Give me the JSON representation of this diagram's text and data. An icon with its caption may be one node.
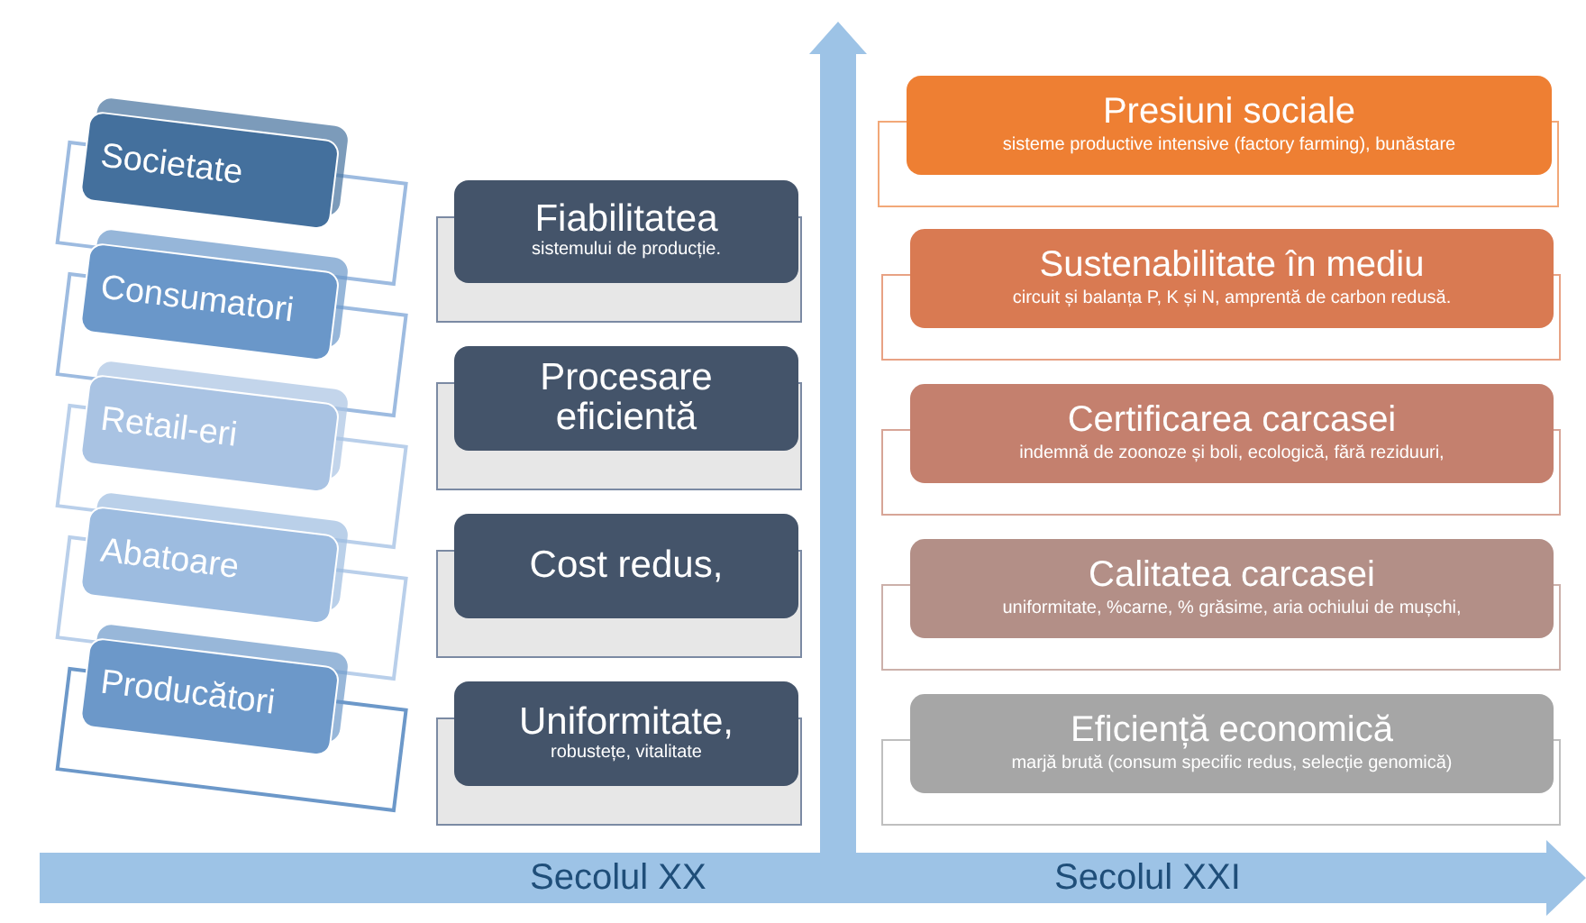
{
  "diagram": {
    "nodes": [
      {
        "text": [
          "Societate"
        ]
      },
      {
        "text": [
          "Consumatori"
        ]
      },
      {
        "text": [
          "Retail-eri"
        ]
      },
      {
        "text": [
          "Abatoare"
        ]
      },
      {
        "text": [
          "Producători"
        ]
      },
      {
        "text": [
          "Fiabilitatea",
          "sistemului de producție."
        ]
      },
      {
        "text": [
          "Procesare eficientă"
        ]
      },
      {
        "text": [
          "Cost redus,"
        ]
      },
      {
        "text": [
          "Uniformitate,",
          "robustețe, vitalitate"
        ]
      },
      {
        "text": [
          "Presiuni sociale",
          "sisteme  productive intensive (factory farming), bunăstare"
        ]
      },
      {
        "text": [
          "Sustenabilitate în mediu",
          "circuit și balanța P, K și N, amprentă de carbon redusă."
        ]
      },
      {
        "text": [
          "Certificarea carcasei",
          "indemnă de zoonoze și boli, ecologică, fără reziduuri,"
        ]
      },
      {
        "text": [
          "Calitatea carcasei",
          "uniformitate, %carne, % grăsime, aria ochiului de mușchi,"
        ]
      },
      {
        "text": [
          "Eficiență economică",
          "marjă brută (consum specific redus, selecție genomică)"
        ]
      }
    ],
    "labels": [
      "Secolul XX",
      "Secolul XXI"
    ]
  }
}
